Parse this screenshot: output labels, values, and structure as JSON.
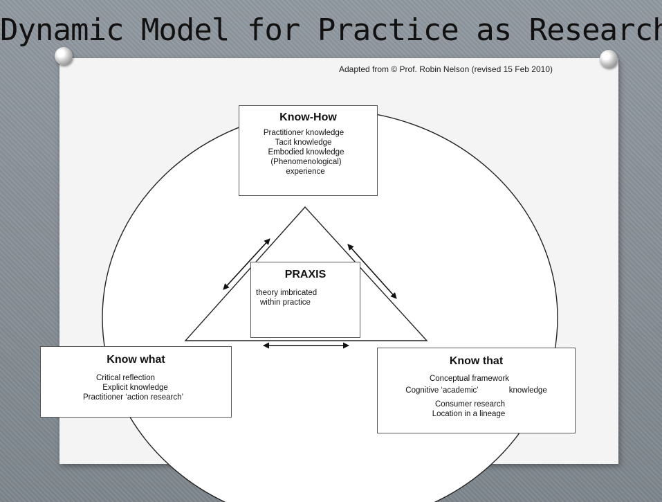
{
  "slide": {
    "title": "Dynamic Model for Practice as Research",
    "credit": "Adapted from © Prof. Robin Nelson (revised 15 Feb 2010)"
  },
  "know_how": {
    "heading": "Know-How",
    "lines": [
      "Practitioner knowledge",
      "Tacit knowledge",
      "Embodied knowledge",
      "(Phenomenological)",
      "experience"
    ]
  },
  "praxis": {
    "heading": "PRAXIS",
    "lines": [
      "theory imbricated",
      "within practice"
    ]
  },
  "know_what": {
    "heading": "Know what",
    "lines": [
      "Critical reflection",
      "Explicit knowledge",
      "Practitioner ‘action research’"
    ]
  },
  "know_that": {
    "heading": "Know that",
    "lines": [
      "Conceptual framework",
      "Cognitive ‘academic’",
      "knowledge",
      "Consumer research",
      "Location in a lineage"
    ]
  }
}
